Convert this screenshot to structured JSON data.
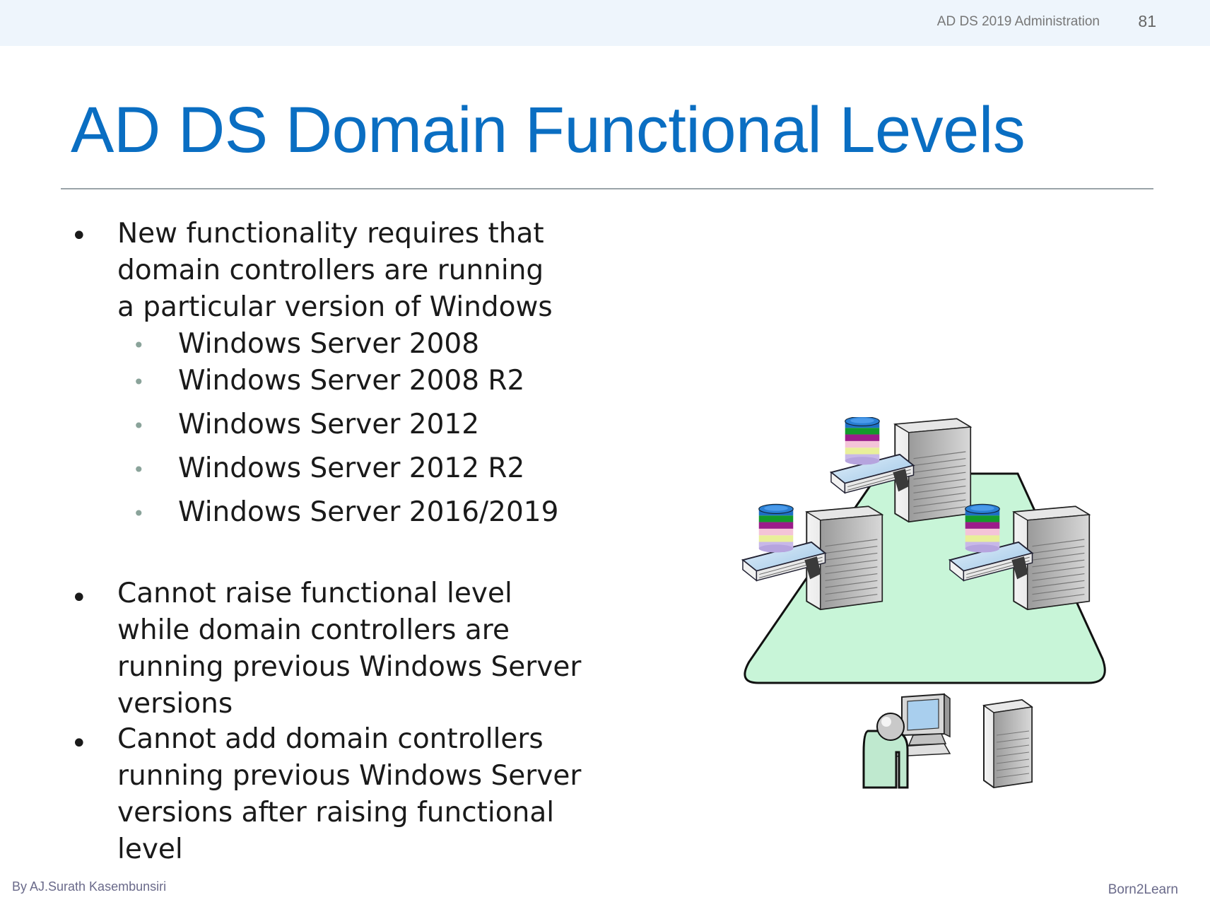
{
  "header": {
    "course": "AD DS 2019 Administration",
    "page_number": "81"
  },
  "title": "AD DS Domain Functional Levels",
  "bullets": [
    {
      "text": "New functionality requires that domain controllers are running a particular version of Windows",
      "sub": [
        "Windows Server 2008",
        "Windows Server 2008 R2",
        "Windows Server 2012",
        "Windows Server 2012 R2",
        "Windows Server 2016/2019"
      ]
    },
    {
      "text": "Cannot raise functional level while domain controllers are running previous Windows Server versions"
    },
    {
      "text": "Cannot add domain controllers running previous Windows Server versions after raising functional level"
    }
  ],
  "bullet_glyph": "•",
  "footer": {
    "author": "By AJ.Surath Kasembunsiri",
    "brand": "Born2Learn"
  },
  "colors": {
    "title": "#0a6ec2",
    "domain_fill": "#c8f5d8",
    "person_fill": "#bfe9cf"
  },
  "diagram": {
    "icons": [
      "domain-triangle",
      "domain-controller-icon",
      "database-icon",
      "workstation-icon",
      "user-icon",
      "server-icon"
    ]
  }
}
